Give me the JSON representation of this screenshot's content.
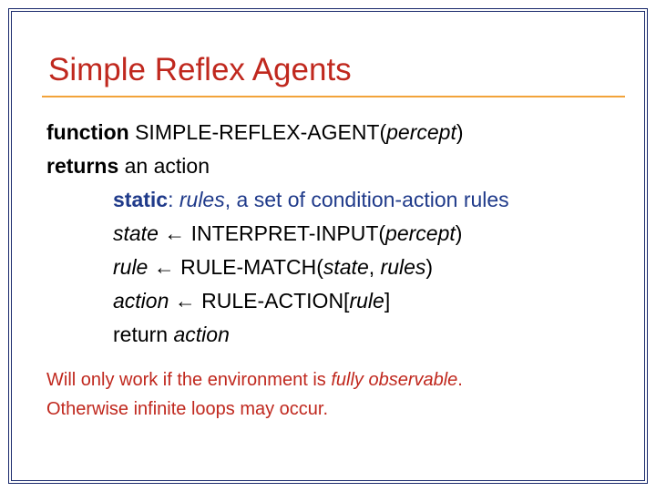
{
  "title": "Simple Reflex Agents",
  "code": {
    "l1_kw": "function",
    "l1_name": " SIMPLE-REFLEX-AGENT(",
    "l1_arg": "percept",
    "l1_close": ")",
    "l2_kw": "returns",
    "l2_rest": " an action",
    "l3_kw": "static",
    "l3_colon": ": ",
    "l3_var": "rules",
    "l3_rest": ", a set of condition-action rules",
    "l4_var": "state",
    "l4_rest": " ← INTERPRET-INPUT(",
    "l4_arg": "percept",
    "l4_close": ")",
    "l5_var": "rule",
    "l5_rest": " ← RULE-MATCH(",
    "l5_arg1": "state",
    "l5_sep": ", ",
    "l5_arg2": "rules",
    "l5_close": ")",
    "l6_var": "action",
    "l6_rest": " ← RULE-ACTION[",
    "l6_arg": "rule",
    "l6_close": "]",
    "l7_kw": "return ",
    "l7_var": "action"
  },
  "note": {
    "n1_pre": "Will only work if the environment is ",
    "n1_em": "fully observable",
    "n1_post": ".",
    "n2": "Otherwise infinite loops may occur."
  }
}
